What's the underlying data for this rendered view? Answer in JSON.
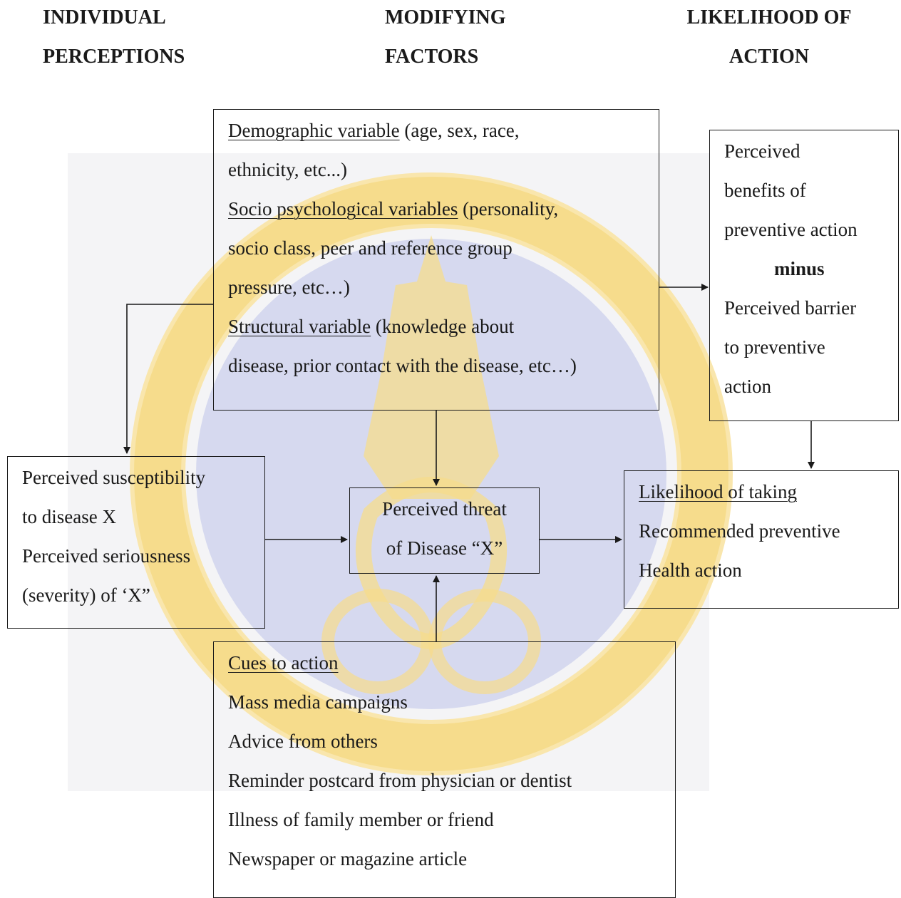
{
  "headers": {
    "individual": [
      "INDIVIDUAL",
      "PERCEPTIONS"
    ],
    "modifying": [
      "MODIFYING",
      "FACTORS"
    ],
    "likelihood": [
      "LIKELIHOOD OF",
      "ACTION"
    ]
  },
  "modifying_box": {
    "demographic_title": "Demographic variable",
    "demographic_rest_1": " (age, sex, race,",
    "demographic_rest_2": "ethnicity, etc...)",
    "socio_title": "Socio psychological variables",
    "socio_rest_1": " (personality,",
    "socio_rest_2": "socio class, peer and reference group",
    "socio_rest_3": "pressure, etc…)",
    "structural_title": "Structural variable",
    "structural_rest_1": " (knowledge about",
    "structural_rest_2": "disease, prior contact with the disease, etc…)"
  },
  "benefits_box": {
    "line1": "Perceived",
    "line2": "benefits of",
    "line3": "preventive action",
    "minus": "minus",
    "line4": "Perceived barrier",
    "line5": "to preventive",
    "line6": "action"
  },
  "perceptions_box": {
    "line1": "Perceived susceptibility",
    "line2": "to disease X",
    "line3": "Perceived seriousness",
    "line4": "(severity) of ‘X”"
  },
  "threat_box": {
    "line1": "Perceived threat",
    "line2": "of Disease “X”"
  },
  "likelihood_box": {
    "title": "Likelihood of taking",
    "line1": "Recommended preventive",
    "line2": "Health action"
  },
  "cues_box": {
    "title": "Cues to action",
    "items": [
      "Mass media campaigns",
      "Advice from others",
      "Reminder postcard from physician or dentist",
      "Illness of family member or friend",
      "Newspaper or magazine article"
    ]
  },
  "colors": {
    "watermark_blue": "#d6d9ef",
    "watermark_gold": "#f6dc8c",
    "ink": "#1a1a1a"
  }
}
